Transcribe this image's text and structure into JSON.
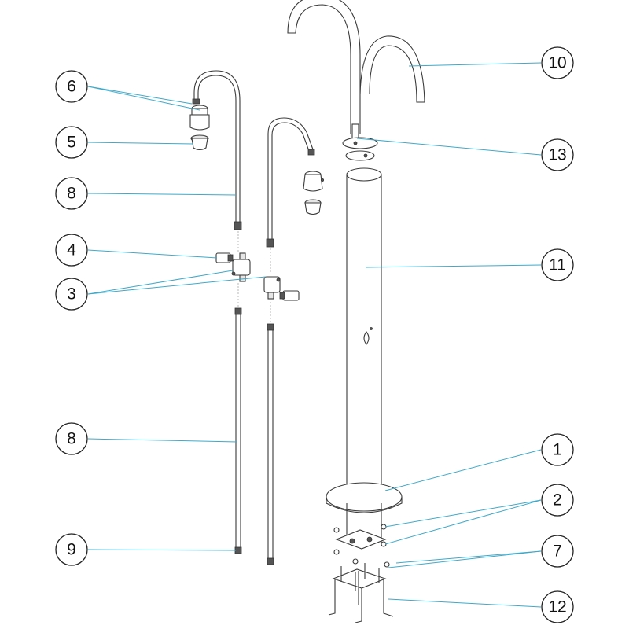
{
  "diagram": {
    "accent_color": "#3fa8c8",
    "callouts": [
      {
        "id": "c6",
        "label": "6"
      },
      {
        "id": "c5",
        "label": "5"
      },
      {
        "id": "c8a",
        "label": "8"
      },
      {
        "id": "c4",
        "label": "4"
      },
      {
        "id": "c3",
        "label": "3"
      },
      {
        "id": "c8b",
        "label": "8"
      },
      {
        "id": "c9",
        "label": "9"
      },
      {
        "id": "c10",
        "label": "10"
      },
      {
        "id": "c13",
        "label": "13"
      },
      {
        "id": "c11",
        "label": "11"
      },
      {
        "id": "c1",
        "label": "1"
      },
      {
        "id": "c2",
        "label": "2"
      },
      {
        "id": "c7",
        "label": "7"
      },
      {
        "id": "c12",
        "label": "12"
      }
    ]
  }
}
